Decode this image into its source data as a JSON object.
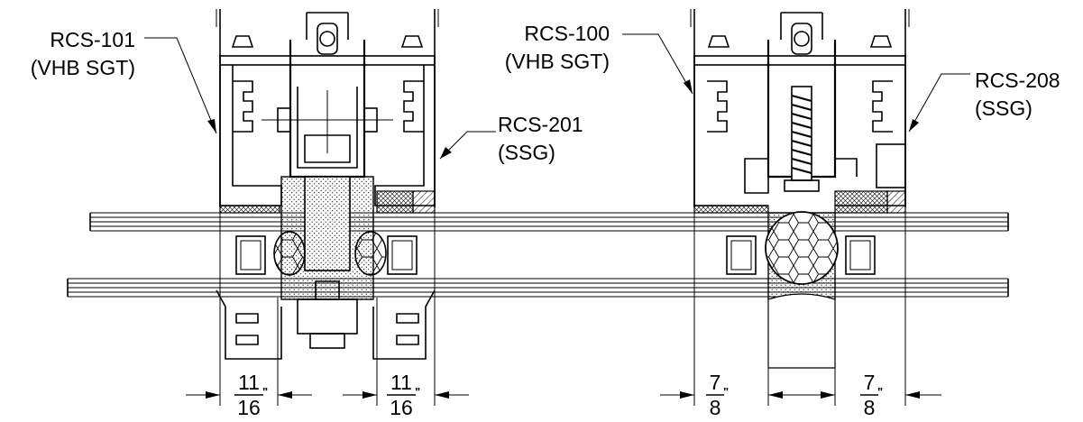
{
  "callouts": {
    "left_frame": {
      "model": "RCS-101",
      "type": "(VHB SGT)"
    },
    "left_mullion": {
      "model": "RCS-201",
      "type": "(SSG)"
    },
    "right_frame": {
      "model": "RCS-100",
      "type": "(VHB SGT)"
    },
    "right_mullion": {
      "model": "RCS-208",
      "type": "(SSG)"
    }
  },
  "dimensions": {
    "left_a": {
      "num": "11",
      "den": "16",
      "unit": "\""
    },
    "left_b": {
      "num": "11",
      "den": "16",
      "unit": "\""
    },
    "right_a": {
      "num": "7",
      "den": "8",
      "unit": "\""
    },
    "right_b": {
      "num": "7",
      "den": "8",
      "unit": "\""
    }
  }
}
